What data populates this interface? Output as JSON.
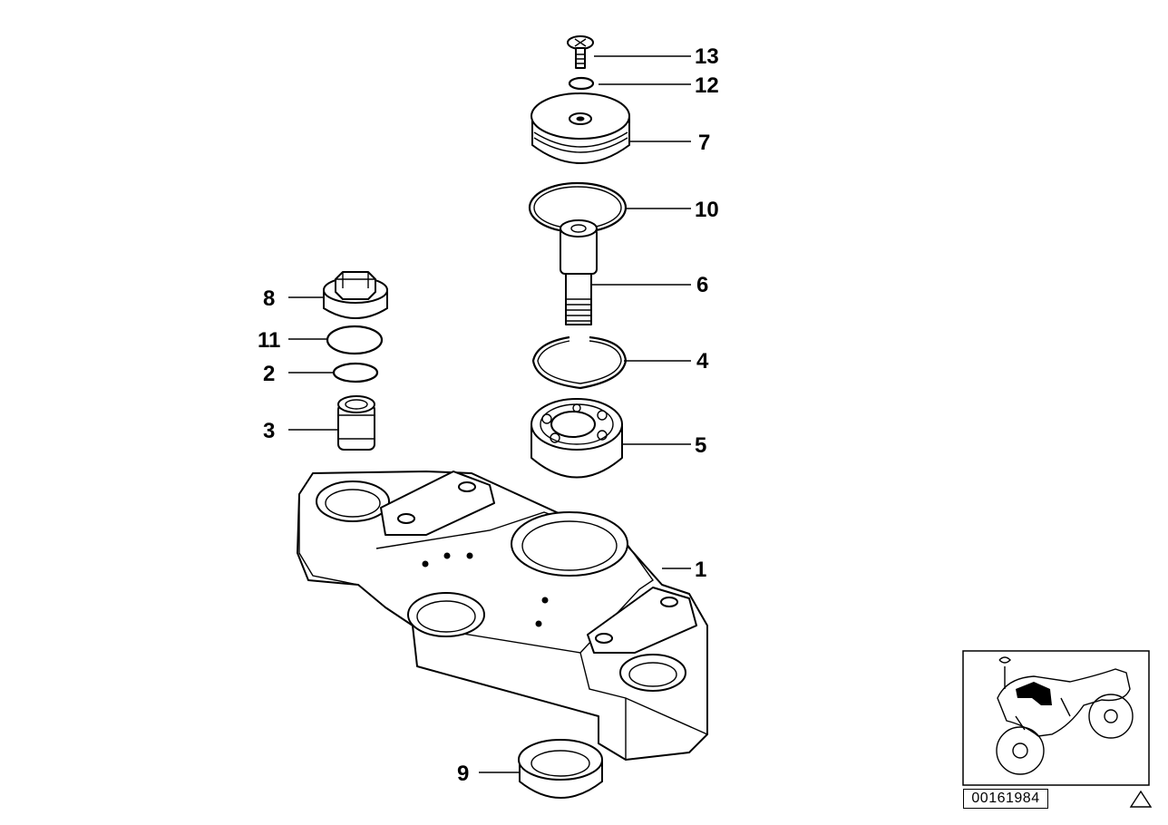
{
  "callouts": [
    {
      "id": "13",
      "label": "13"
    },
    {
      "id": "12",
      "label": "12"
    },
    {
      "id": "7",
      "label": "7"
    },
    {
      "id": "10",
      "label": "10"
    },
    {
      "id": "6",
      "label": "6"
    },
    {
      "id": "4",
      "label": "4"
    },
    {
      "id": "5",
      "label": "5"
    },
    {
      "id": "1",
      "label": "1"
    },
    {
      "id": "9",
      "label": "9"
    },
    {
      "id": "8",
      "label": "8"
    },
    {
      "id": "11",
      "label": "11"
    },
    {
      "id": "2",
      "label": "2"
    },
    {
      "id": "3",
      "label": "3"
    }
  ],
  "diagram_code": "00161984",
  "icons": {
    "warning": "triangle-warning-icon",
    "locator": "motorcycle-locator-icon"
  }
}
